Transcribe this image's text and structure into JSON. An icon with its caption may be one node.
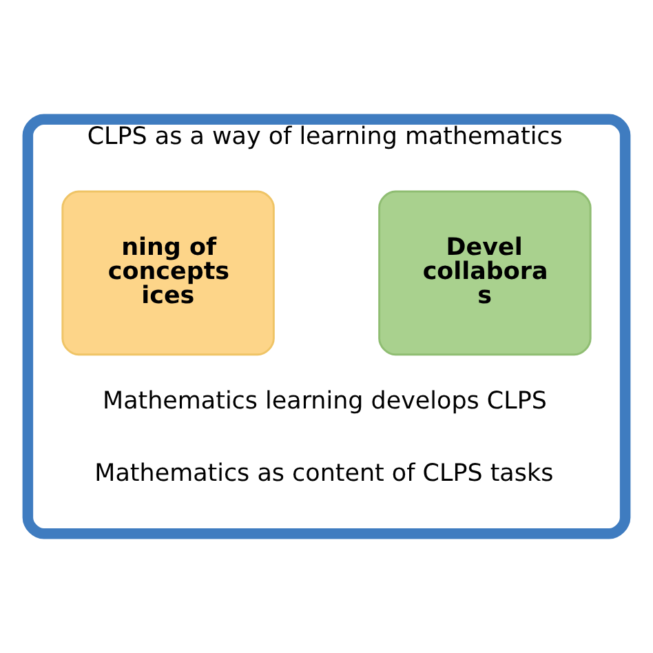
{
  "diagram": {
    "nodes": [
      {
        "text": [
          "CLPS as a way of learning mathematics"
        ]
      },
      {
        "text": [
          "ning of concepts ices"
        ],
        "in": 0
      },
      {
        "text": [
          "Devel collabora s"
        ],
        "in": 0
      }
    ],
    "labels": [
      "Mathematics learning develops CLPS",
      "Mathematics as content of CLPS tasks"
    ]
  }
}
